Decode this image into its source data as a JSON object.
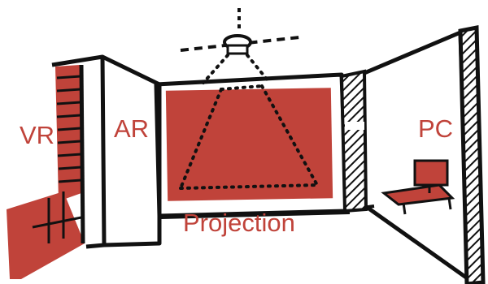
{
  "labels": {
    "vr": "VR",
    "ar": "AR",
    "pc": "PC",
    "projection": "Projection"
  },
  "colors": {
    "accent": "#c0433a",
    "ink": "#111111",
    "label": "#c0433a",
    "paper": "#ffffff"
  },
  "icons": [
    "ceiling-projector-icon",
    "monitor-icon",
    "keyboard-icon"
  ]
}
